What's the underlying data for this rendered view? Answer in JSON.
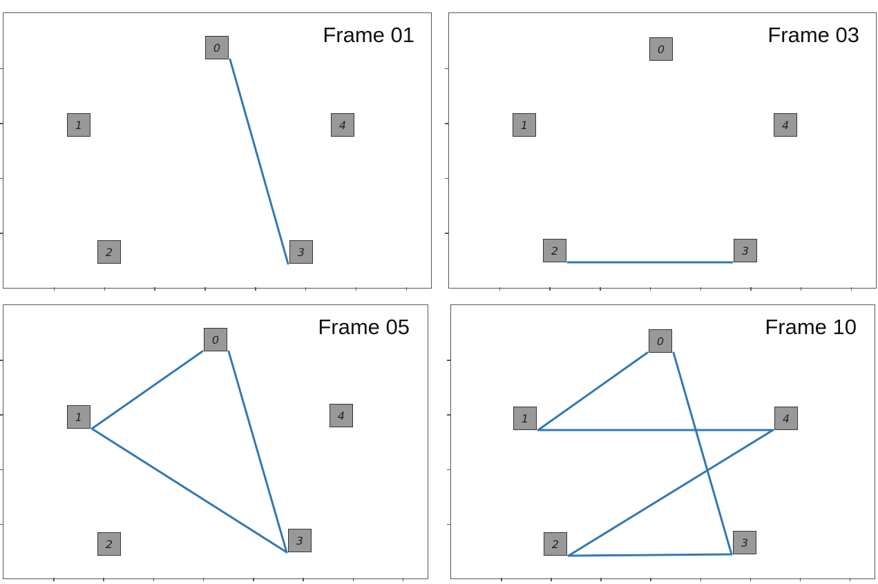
{
  "colors": {
    "edge": "#3178b5",
    "node_fill": "#999999",
    "node_border": "#333333",
    "frame_border": "#555555"
  },
  "panels": [
    {
      "label": "Frame 01",
      "nodes": [
        "0",
        "1",
        "2",
        "3",
        "4"
      ],
      "edges": [
        [
          "0",
          "3"
        ]
      ]
    },
    {
      "label": "Frame 03",
      "nodes": [
        "0",
        "1",
        "2",
        "3",
        "4"
      ],
      "edges": [
        [
          "2",
          "3"
        ]
      ]
    },
    {
      "label": "Frame 05",
      "nodes": [
        "0",
        "1",
        "2",
        "3",
        "4"
      ],
      "edges": [
        [
          "0",
          "1"
        ],
        [
          "1",
          "3"
        ],
        [
          "3",
          "0"
        ]
      ]
    },
    {
      "label": "Frame 10",
      "nodes": [
        "0",
        "1",
        "2",
        "3",
        "4"
      ],
      "edges": [
        [
          "0",
          "1"
        ],
        [
          "1",
          "4"
        ],
        [
          "4",
          "2"
        ],
        [
          "2",
          "3"
        ],
        [
          "3",
          "0"
        ]
      ]
    }
  ]
}
